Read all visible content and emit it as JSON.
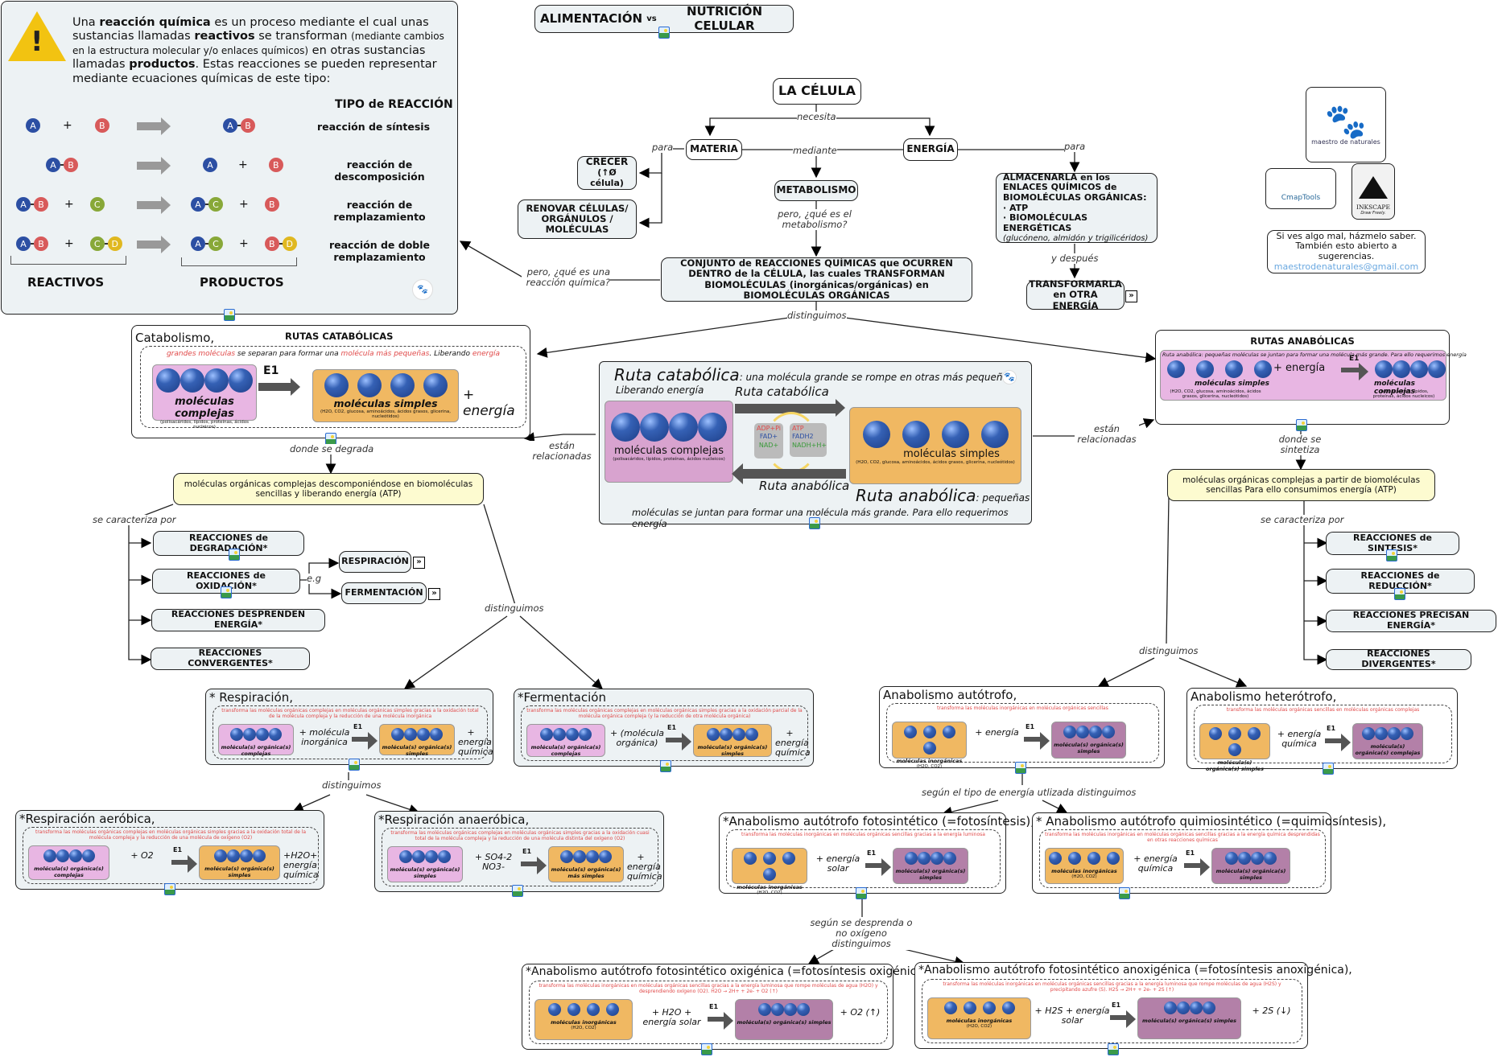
{
  "title": "ALIMENTACIÓN vs NUTRICIÓN CELULAR",
  "title_parts": {
    "left": "ALIMENTACIÓN",
    "vs": "vs",
    "right": "NUTRICIÓN CELULAR"
  },
  "reaction_panel": {
    "intro_1": "Una ",
    "intro_b1": "reacción química",
    "intro_2": " es un proceso mediante el cual unas sustancias llamadas ",
    "intro_b2": "reactivos",
    "intro_3": " se transforman ",
    "intro_small": "(mediante cambios en la estructura molecular y/o enlaces químicos)",
    "intro_4": " en otras sustancias llamadas ",
    "intro_b3": "productos",
    "intro_5": ". Estas reacciones se pueden representar mediante ecuaciones químicas de este tipo:",
    "type_header": "TIPO de REACCIÓN",
    "types": [
      "reacción de síntesis",
      "reacción de descomposición",
      "reacción de remplazamiento",
      "reacción de doble remplazamiento"
    ],
    "reactants_label": "REACTIVOS",
    "products_label": "PRODUCTOS",
    "plus": "+",
    "atoms": {
      "a": "A",
      "b": "B",
      "c": "C",
      "d": "D"
    }
  },
  "nodes": {
    "la_celula": "LA CÉLULA",
    "materia": "MATERIA",
    "energia": "ENERGÍA",
    "crecer": "CRECER\n(↑Ø célula)",
    "crecer_l1": "CRECER",
    "crecer_l2": "(↑Ø célula)",
    "renovar": "RENOVAR CÉLULAS/ ORGÁNULOS / MOLÉCULAS",
    "metabolismo": "METABOLISMO",
    "almacenarla_l1": "ALMACENARLA en los",
    "almacenarla_l2": "ENLACES QUÍMICOS de",
    "almacenarla_l3": "BIOMOLÉCULAS ORGÁNICAS:",
    "almacenarla_l4": "· ATP",
    "almacenarla_l5": "· BIOMOLÉCULAS ENERGÉTICAS",
    "almacenarla_l6": "(glucóneno, almidón y trigilicéridos)",
    "transformarla": "TRANSFORMARLA en OTRA ENERGÍA",
    "conjunto": "CONJUNTO de REACCIONES QUÍMICAS que OCURREN DENTRO de la CÉLULA, las cuales TRANSFORMAN BIOMOLÉCULAS (inorgánicas/orgánicas) en BIOMOLÉCULAS ORGÁNICAS",
    "feedback_l1": "Si ves algo mal, házmelo saber.",
    "feedback_l2": "También esto abierto a sugerencias.",
    "feedback_email": "maestrodenaturales@gmail.com",
    "cmaptools": "CmapTools",
    "inkscape": "INKSCAPE",
    "inkscape_sub": "Draw Freely.",
    "logo_text": "maestro de naturales",
    "cat_yellow": "moléculas orgánicas complejas descomponiéndose en biomoléculas sencillas y liberando energía (ATP)",
    "ana_yellow": "moléculas orgánicas complejas a partir de biomoléculas sencillas Para ello consumimos energía (ATP)",
    "cat_reacts": [
      "REACCIONES de DEGRADACIÓN*",
      "REACCIONES de OXIDACIÓN*",
      "REACCIONES DESPRENDEN ENERGÍA*",
      "REACCIONES CONVERGENTES*"
    ],
    "ana_reacts": [
      "REACCIONES de SINTESIS*",
      "REACCIONES de REDUCCIÓN*",
      "REACCIONES PRECISAN ENERGÍA*",
      "REACCIONES DIVERGENTES*"
    ],
    "respiracion": "RESPIRACIÓN",
    "fermentacion": "FERMENTACIÓN"
  },
  "link_labels": {
    "necesita": "necesita",
    "para_left": "para",
    "mediante": "mediante",
    "para_right": "para",
    "que_es_metabolismo": "pero, ¿qué es el metabolismo?",
    "que_es_reaccion": "pero, ¿qué es una reacción química?",
    "y_despues": "y después",
    "distinguimos_top": "distinguimos",
    "estan_relacionadas_left": "están relacionadas",
    "estan_relacionadas_right": "están relacionadas",
    "donde_se_degrada": "donde se degrada",
    "donde_se_sintetiza": "donde se sintetiza",
    "se_caracteriza_left": "se caracteriza por",
    "se_caracteriza_right": "se caracteriza por",
    "eg": "e.g",
    "distinguimos_cat": "distinguimos",
    "distinguimos_ana": "distinguimos",
    "distinguimos_resp": "distinguimos",
    "segun_energia": "según el tipo de energía utlizada distinguimos",
    "segun_oxigeno": "según se desprenda o no oxígeno distinguimos"
  },
  "catabolic_card": {
    "prefix": "Catabolismo,",
    "title": "RUTAS CATABÓLICAS",
    "desc_red1": "grandes moléculas",
    "desc_1": " se separan para formar una ",
    "desc_red2": "molécula más pequeñas",
    "desc_2": ". Liberando ",
    "desc_red3": "energía",
    "complex": "moléculas complejas",
    "complex_sub": "(polisacáridos, lípidos, proteínas, ácidos nucleicos)",
    "enzyme": "E1",
    "simple": "moléculas simples",
    "simple_sub": "(H2O, CO2, glucosa, aminoácidos, ácidos grasos, glicerina, nucleótidos)",
    "plus_energy": "+ energía"
  },
  "center_card": {
    "cat_title": "Ruta catabólica",
    "cat_desc": ": una molécula grande se rompe en otras más pequeñas.",
    "cat_desc2": "Liberando energía",
    "cat_arrow": "Ruta catabólica",
    "ana_arrow": "Ruta anabólica",
    "complex": "moléculas complejas",
    "complex_sub": "(polisacáridos, lípidos, proteínas, ácidos nucleicos)",
    "simple": "moléculas simples",
    "simple_sub": "(H2O, CO2, glucosa, aminoácidos, ácidos grasos, glicerina, nucleótidos)",
    "left_cofactors": [
      "ADP+Pi",
      "FAD+",
      "NAD+"
    ],
    "right_cofactors": [
      "ATP",
      "FADH2",
      "NADH+H+"
    ],
    "ana_title": "Ruta anabólica",
    "ana_desc": ": pequeñas",
    "ana_desc2": "moléculas se juntan para formar una molécula más grande. Para ello requerimos energía"
  },
  "anabolic_card": {
    "title": "RUTAS ANABÓLICAS",
    "desc": "Ruta anabólica: pequeñas moléculas se juntan para formar una molécula más grande. Para ello requerimos energía",
    "simple": "moléculas simples",
    "simple_sub": "(H2O, CO2, glucosa, aminoácidos, ácidos grasos, glicerina, nucleótidos)",
    "plus_energy": "+ energía",
    "enzyme": "E1",
    "complex": "moléculas complejas",
    "complex_sub": "(polisacáridos, lípidos, proteínas, ácidos nucleicos)"
  },
  "cards": {
    "respiracion": {
      "title": "* Respiración,",
      "desc": "transforma las moléculas orgánicas complejas en moléculas orgánicas simples gracias a la oxidación total de la molécula compleja y la reducción de una molécula inorgánica",
      "left": "molécula(s) orgánica(s) complejas",
      "mid": "+ molécula inorgánica",
      "right": "molécula(s) orgánica(s) simples",
      "end": "+ energía química"
    },
    "fermentacion": {
      "title": "*Fermentación",
      "desc": "transforma las moléculas orgánicas complejas en moléculas orgánicas simples gracias a la oxidación parcial de la molécula orgánica compleja (y la reducción de otra molécula orgánica)",
      "left": "molécula(s) orgánica(s) complejas",
      "mid": "+ (molécula orgánica)",
      "right": "molécula(s) orgánica(s) simples",
      "end": "+ energía química"
    },
    "aerobica": {
      "title": "*Respiración aeróbica,",
      "desc": "transforma las moléculas orgánicas complejas en moléculas orgánicas simples gracias a la oxidación total de la molécula compleja y la reducción de una molécula de oxígeno (O2)",
      "left": "molécula(s) orgánica(s) complejas",
      "mid": "+ O2",
      "right": "molécula(s) orgánica(s) simples",
      "end": "+H2O+ energía química"
    },
    "anaerobica": {
      "title": "*Respiración anaeróbica,",
      "desc": "transforma las moléculas orgánicas complejas en moléculas orgánicas simples gracias a la oxidación cuasi total de la molécula compleja y la reducción de una molécula distinta del oxígeno (O2)",
      "left": "molécula(s) orgánica(s) simples",
      "mid": "+ SO4-2 NO3-",
      "right": "molécula(s) orgánica(s) más simples",
      "end": "+ energía química"
    },
    "autotrofo": {
      "title": "Anabolismo autótrofo,",
      "desc": "transforma las moléculas inorgánicas en moléculas orgánicas sencillas",
      "left": "moléculas inorgánicas",
      "left_sub": "(H2O, CO2)",
      "mid": "+ energía",
      "right": "molécula(s) orgánica(s) simples"
    },
    "heterotrofo": {
      "title": "Anabolismo heterótrofo,",
      "desc": "transforma las moléculas orgánicas sencillas en moléculas orgánicas complejas",
      "left": "molécula(s) orgánica(s) simples",
      "mid": "+ energía química",
      "right": "molécula(s) orgánica(s) complejas"
    },
    "fotosintetico": {
      "title": "*Anabolismo autótrofo fotosintético (=fotosíntesis),",
      "desc": "transforma las moléculas inorgánicas en moléculas orgánicas sencillas gracias a la energía luminosa",
      "left": "moléculas inorgánicas",
      "left_sub": "(H2O, CO2)",
      "mid": "+ energía solar",
      "right": "molécula(s) orgánica(s) simples"
    },
    "quimiosintetico": {
      "title": "* Anabolismo autótrofo quimiosintético (=quimiosíntesis),",
      "desc": "transforma las moléculas inorgánicas en moléculas orgánicas sencillas gracias a la energía química desprendidas en otras reacciones químicas",
      "left": "moléculas inorgánicas",
      "left_sub": "(H2O, CO2)",
      "mid": "+ energía química",
      "right": "molécula(s) orgánica(s) simples"
    },
    "oxigenica": {
      "title": "*Anabolismo autótrofo fotosintético oxigénica (=fotosíntesis oxigénica),",
      "desc": "transforma las moléculas inorgánicas en moléculas orgánicas sencillas gracias a la energía luminosa que rompe moléculas de agua (H2O) y desprendiendo oxígeno (O2). H2O → 2H+ + 2e- + O2 (↑)",
      "left": "moléculas inorgánicas",
      "left_sub": "(H2O, CO2)",
      "mid": "+ H2O + energía solar",
      "right": "molécula(s) orgánica(s) simples",
      "end": "+ O2 (↑)"
    },
    "anoxigenica": {
      "title": "*Anabolismo autótrofo fotosintético anoxigénica (=fotosíntesis anoxigénica),",
      "desc": "transforma las moléculas inorgánicas en moléculas orgánicas sencillas gracias a la energía luminosa que rompe moléculas de agua (H2S) y precipitando azufre (S). H2S → 2H+ + 2e- + 2S (↑)",
      "left": "moléculas inorgánicas",
      "left_sub": "(H2O, CO2)",
      "mid": "+ H2S + energía solar",
      "right": "molécula(s) orgánica(s) simples",
      "end": "+ 2S (↓)"
    }
  },
  "enzyme_label": "E1"
}
